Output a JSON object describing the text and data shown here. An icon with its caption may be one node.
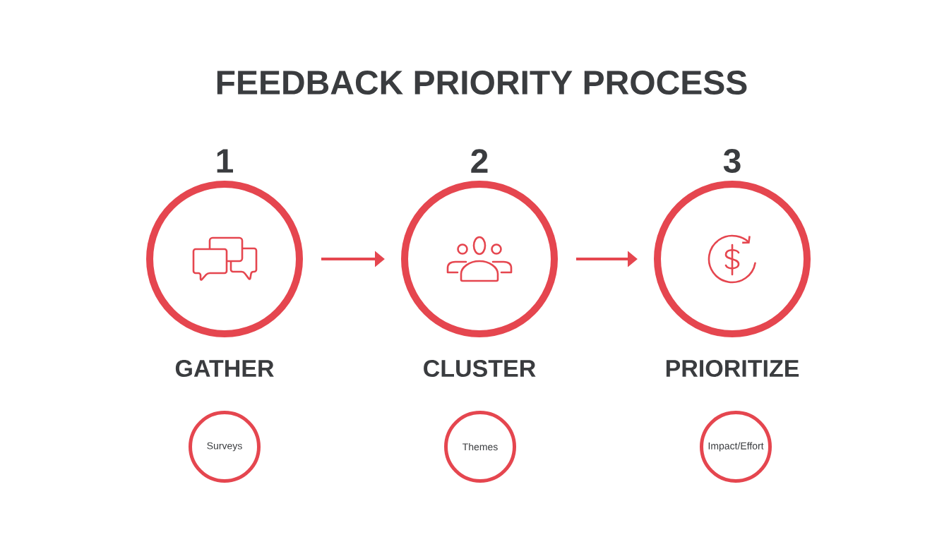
{
  "diagram": {
    "title": "FEEDBACK PRIORITY PROCESS",
    "nodes": [
      {
        "text": [
          "1"
        ],
        "beside": [
          "GATHER"
        ]
      },
      {
        "text": [
          "2"
        ],
        "beside": [
          "CLUSTER"
        ]
      },
      {
        "text": [
          "3"
        ],
        "beside": [
          "PRIORITIZE"
        ]
      },
      {
        "text": [
          "Surveys"
        ]
      },
      {
        "text": [
          "Themes"
        ]
      },
      {
        "text": [
          "Impact/Effort"
        ]
      }
    ],
    "edges": [
      {
        "from": 0,
        "to": 1,
        "arrow": "to"
      },
      {
        "from": 1,
        "to": 2,
        "arrow": "to"
      }
    ]
  }
}
